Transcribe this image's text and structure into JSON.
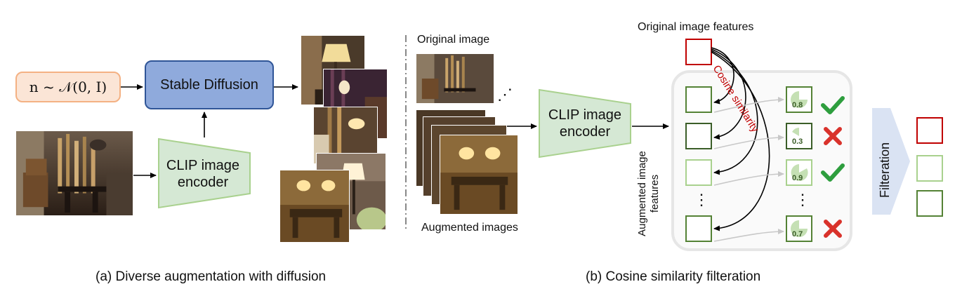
{
  "panel_a": {
    "noise_label": "n ~ 𝒩(0, I)",
    "stable_diffusion_label": "Stable Diffusion",
    "encoder_label_line1": "CLIP image",
    "encoder_label_line2": "encoder",
    "original_image_label": "Original image",
    "augmented_images_label": "Augmented images",
    "ellipsis": "⋰",
    "caption": "(a) Diverse augmentation with diffusion"
  },
  "panel_b": {
    "encoder_label_line1": "CLIP image",
    "encoder_label_line2": "encoder",
    "original_features_label": "Original image features",
    "cosine_label": "Cosine similarity",
    "augmented_features_line1": "Augmented image",
    "augmented_features_line2": "features",
    "scores": [
      "0.8",
      "0.3",
      "0.9",
      "0.7"
    ],
    "decisions": [
      "keep",
      "reject",
      "keep",
      "reject"
    ],
    "vdots": "⋮",
    "filteration_label": "Filteration",
    "caption": "(b) Cosine similarity filteration"
  },
  "colors": {
    "encoder_fill": "#d5e8d4",
    "encoder_stroke": "#a9d18e",
    "original_feature": "#c00000",
    "augmented_feature": "#548235",
    "check": "#2e9e3e",
    "cross": "#d9322b",
    "filter_arrow": "#dae3f3",
    "cosine_text": "#c00000"
  }
}
